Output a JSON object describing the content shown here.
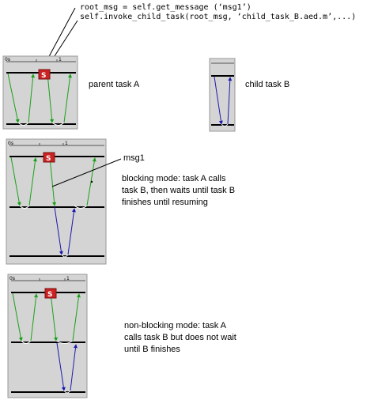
{
  "code": {
    "line1": "root_msg = self.get_message (‘msg1’)",
    "line2": "self.invoke_child_task(root_msg, ‘child_task_B.aed.m’,...)"
  },
  "panels": {
    "tick_start": "0s",
    "tick_one": "1",
    "message_icon_glyph": "S"
  },
  "labels": {
    "parent": "parent task A",
    "child": "child task B",
    "msg": "msg1",
    "blocking_line1": "blocking mode: task A calls",
    "blocking_line2": "task B, then waits until task B",
    "blocking_line3": "finishes until resuming",
    "nonblocking_line1": "non-blocking mode: task A",
    "nonblocking_line2": "calls task B but does not wait",
    "nonblocking_line3": "until B finishes"
  },
  "colors": {
    "panel_bg": "#d4d4d4",
    "send_arrow": "#1aa01a",
    "child_arrow": "#1a1ab0",
    "message_icon": "#cc2222",
    "wait_curve": "#ffffff"
  }
}
